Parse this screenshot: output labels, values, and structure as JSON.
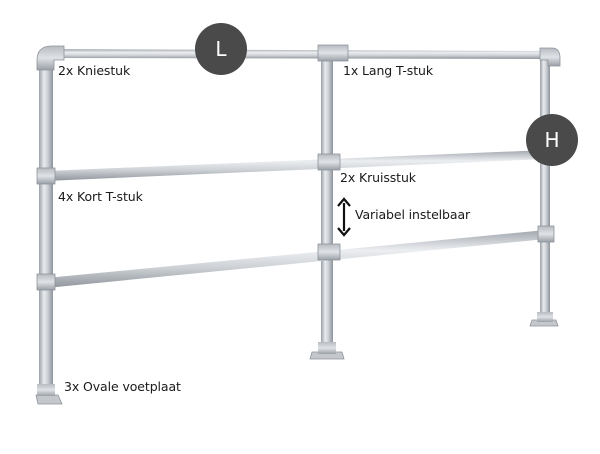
{
  "labels": {
    "elbow": "2x Kniestuk",
    "long_tee": "1x Lang T-stuk",
    "cross": "2x Kruisstuk",
    "short_tee": "4x Kort T-stuk",
    "adjustable": "Variabel instelbaar",
    "foot_plate": "3x Ovale voetplaat"
  },
  "badges": {
    "length": "L",
    "height": "H"
  },
  "colors": {
    "badge_bg": "#4a4a4a",
    "tube": "#c8ccd2",
    "tube_dark": "#9ea3aa"
  }
}
